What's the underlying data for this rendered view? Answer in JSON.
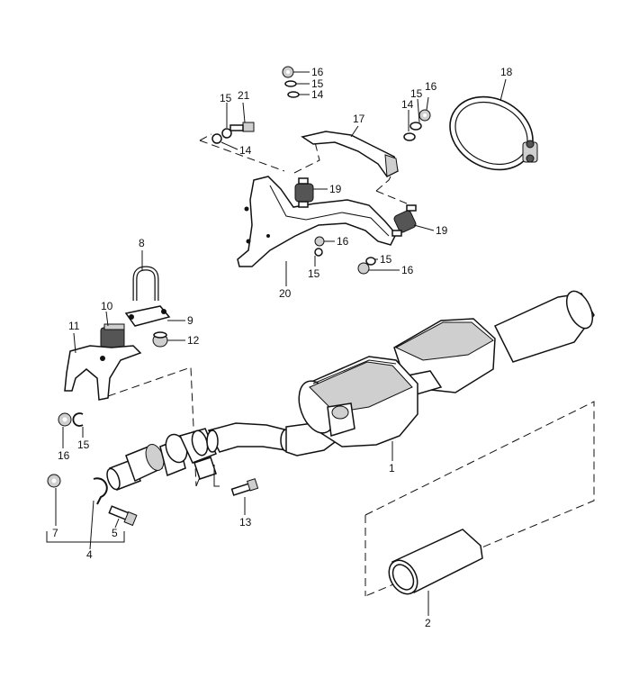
{
  "callouts": [
    "1",
    "2",
    "4",
    "5",
    "7",
    "8",
    "9",
    "10",
    "11",
    "12",
    "13",
    "14",
    "15",
    "16",
    "17",
    "18",
    "19",
    "20",
    "21"
  ]
}
